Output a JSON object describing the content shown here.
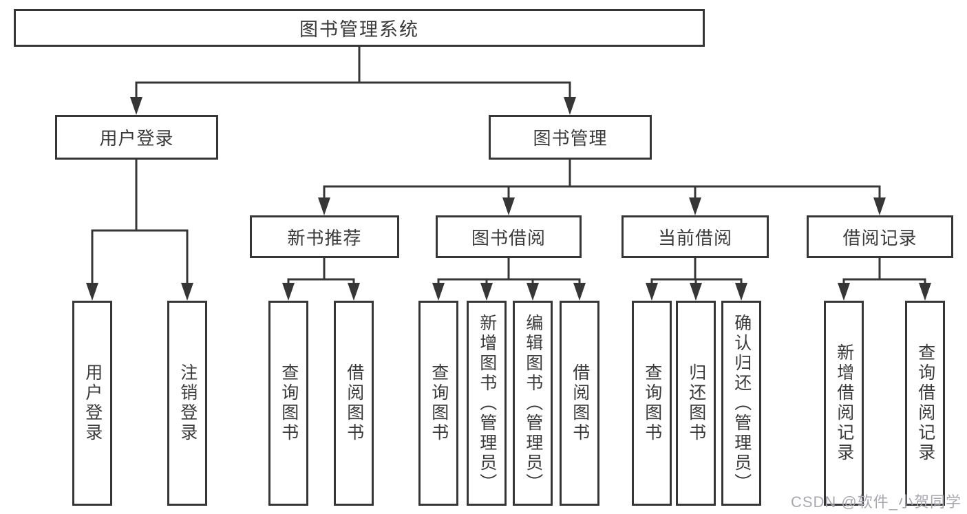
{
  "tree": {
    "root": "图书管理系统",
    "children": [
      {
        "label": "用户登录",
        "children": [
          {
            "label": "用户登录"
          },
          {
            "label": "注销登录"
          }
        ]
      },
      {
        "label": "图书管理",
        "children": [
          {
            "label": "新书推荐",
            "children": [
              {
                "label": "查询图书"
              },
              {
                "label": "借阅图书"
              }
            ]
          },
          {
            "label": "图书借阅",
            "children": [
              {
                "label": "查询图书"
              },
              {
                "label": "新增图书（管理员）"
              },
              {
                "label": "编辑图书（管理员）"
              },
              {
                "label": "借阅图书"
              }
            ]
          },
          {
            "label": "当前借阅",
            "children": [
              {
                "label": "查询图书"
              },
              {
                "label": "归还图书"
              },
              {
                "label": "确认归还（管理员）"
              }
            ]
          },
          {
            "label": "借阅记录",
            "children": [
              {
                "label": "新增借阅记录"
              },
              {
                "label": "查询借阅记录"
              }
            ]
          }
        ]
      }
    ]
  },
  "watermark": "CSDN @软件_小贺同学",
  "colors": {
    "line": "#363636",
    "text": "#3a3a3a",
    "background": "#ffffff",
    "watermark": "#a8a8b0"
  }
}
